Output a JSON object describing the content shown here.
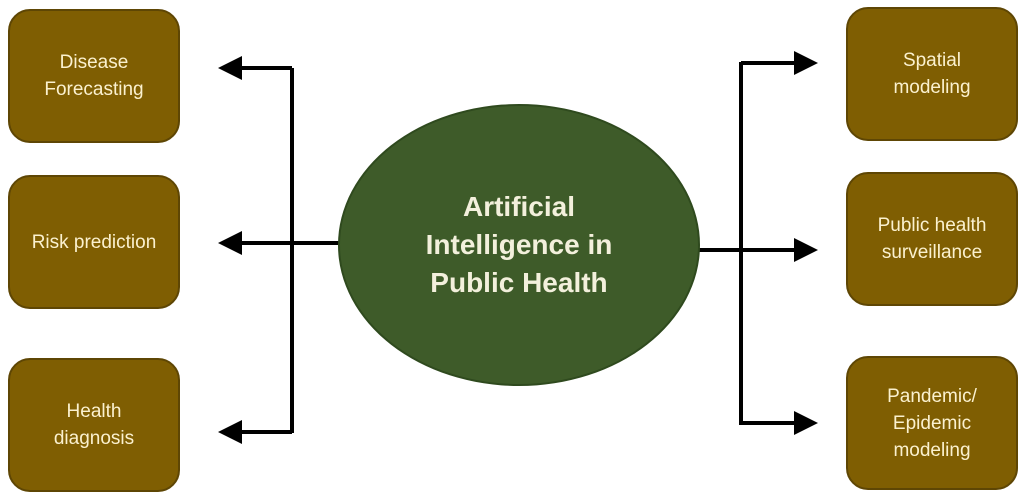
{
  "center": {
    "label": "Artificial\nIntelligence in\nPublic Health"
  },
  "left_items": [
    {
      "label": "Disease\nForecasting"
    },
    {
      "label": "Risk prediction"
    },
    {
      "label": "Health\ndiagnosis"
    }
  ],
  "right_items": [
    {
      "label": "Spatial\nmodeling"
    },
    {
      "label": "Public health\nsurveillance"
    },
    {
      "label": "Pandemic/\nEpidemic\nmodeling"
    }
  ],
  "colors": {
    "box": "#7f5e02",
    "center": "#3e5b29",
    "text": "#fbf1cf",
    "arrow": "#000000"
  }
}
